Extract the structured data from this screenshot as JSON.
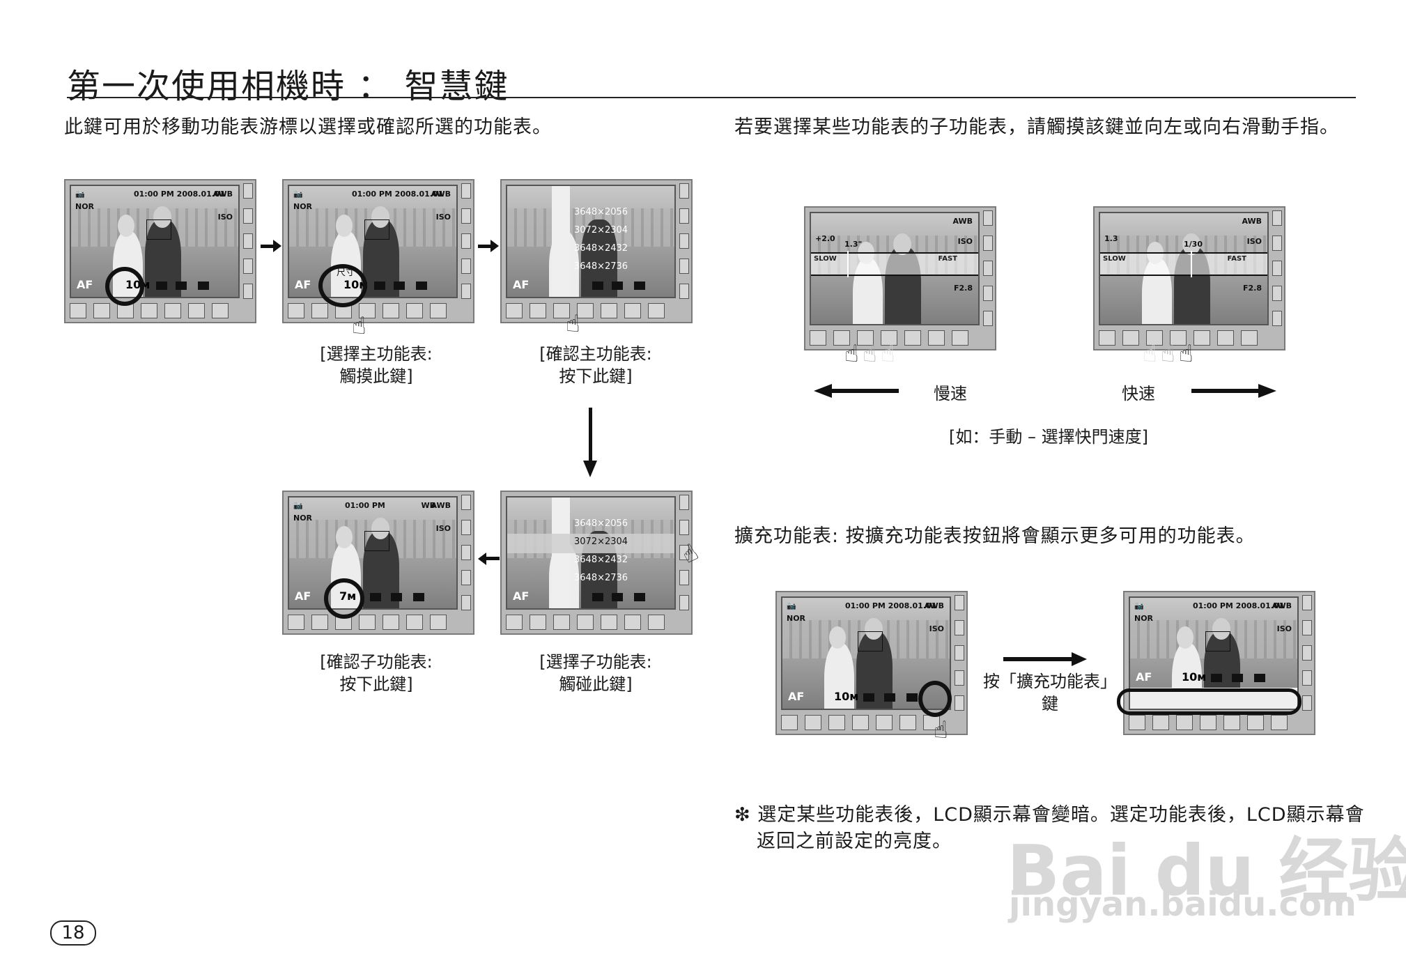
{
  "page": {
    "title": "第一次使用相機時 ： 智慧鍵",
    "number": "18"
  },
  "left": {
    "intro": "此鍵可用於移動功能表游標以選擇或確認所選的功能表。",
    "captions": {
      "select_main_1": "[選擇主功能表:",
      "select_main_2": "觸摸此鍵]",
      "confirm_main_1": "[確認主功能表:",
      "confirm_main_2": "按下此鍵]",
      "confirm_sub_1": "[確認子功能表:",
      "confirm_sub_2": "按下此鍵]",
      "select_sub_1": "[選擇子功能表:",
      "select_sub_2": "觸碰此鍵]"
    }
  },
  "right": {
    "intro": "若要選擇某些功能表的子功能表，請觸摸該鍵並向左或向右滑動手指。",
    "slow": "慢速",
    "fast": "快速",
    "example": "[如：手動 – 選擇快門速度]",
    "expand_text": "擴充功能表: 按擴充功能表按鈕將會顯示更多可用的功能表。",
    "expand_label_1": "按「擴充功能表」",
    "expand_label_2": "鍵",
    "note_1": "❇ 選定某些功能表後，LCD顯示幕會變暗。選定功能表後，LCD顯示幕會",
    "note_2": "返回之前設定的亮度。"
  },
  "screen_text": {
    "datetime": "01:00 PM 2008.01.01",
    "time": "01:00 PM",
    "awb": "AWB",
    "wb": "WB",
    "nor": "NOR",
    "af": "AF",
    "iso": "ISO",
    "size_label": "尺寸",
    "ten_m": "10ᴍ",
    "seven_m": "7ᴍ",
    "res": [
      "3648×2056",
      "3072×2304",
      "3648×2432",
      "3648×2736"
    ],
    "ev_a": "+2.0",
    "ev_a2": "1.3\"",
    "ev_b": "1.3",
    "shutter": "1/30",
    "slow_tag": "SLOW",
    "fast_tag": "FAST",
    "fnum": "F2.8"
  },
  "watermark": {
    "line1": "Bai du 经验",
    "line2": "jingyan.baidu.com"
  }
}
